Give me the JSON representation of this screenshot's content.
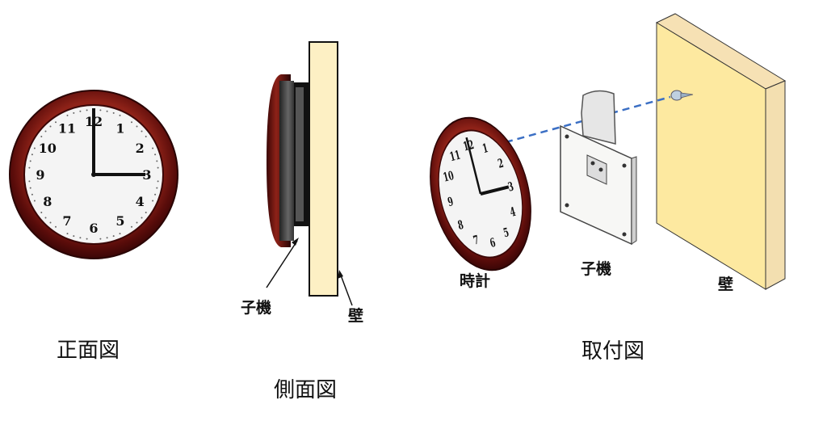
{
  "views": {
    "front_title": "正面図",
    "side_title": "側面図",
    "mount_title": "取付図"
  },
  "labels": {
    "side_unit": "子機",
    "side_wall": "壁",
    "mount_clock": "時計",
    "mount_unit": "子機",
    "mount_wall": "壁"
  },
  "clock": {
    "numerals": [
      "12",
      "1",
      "2",
      "3",
      "4",
      "5",
      "6",
      "7",
      "8",
      "9",
      "10",
      "11"
    ],
    "time_shown": "3:00"
  },
  "colors": {
    "frame": "#6b1010",
    "frame_light": "#a8342a",
    "wall": "#fde9a0",
    "wall_side": "#f6e1b4",
    "guide_line": "#3b6fc4"
  }
}
